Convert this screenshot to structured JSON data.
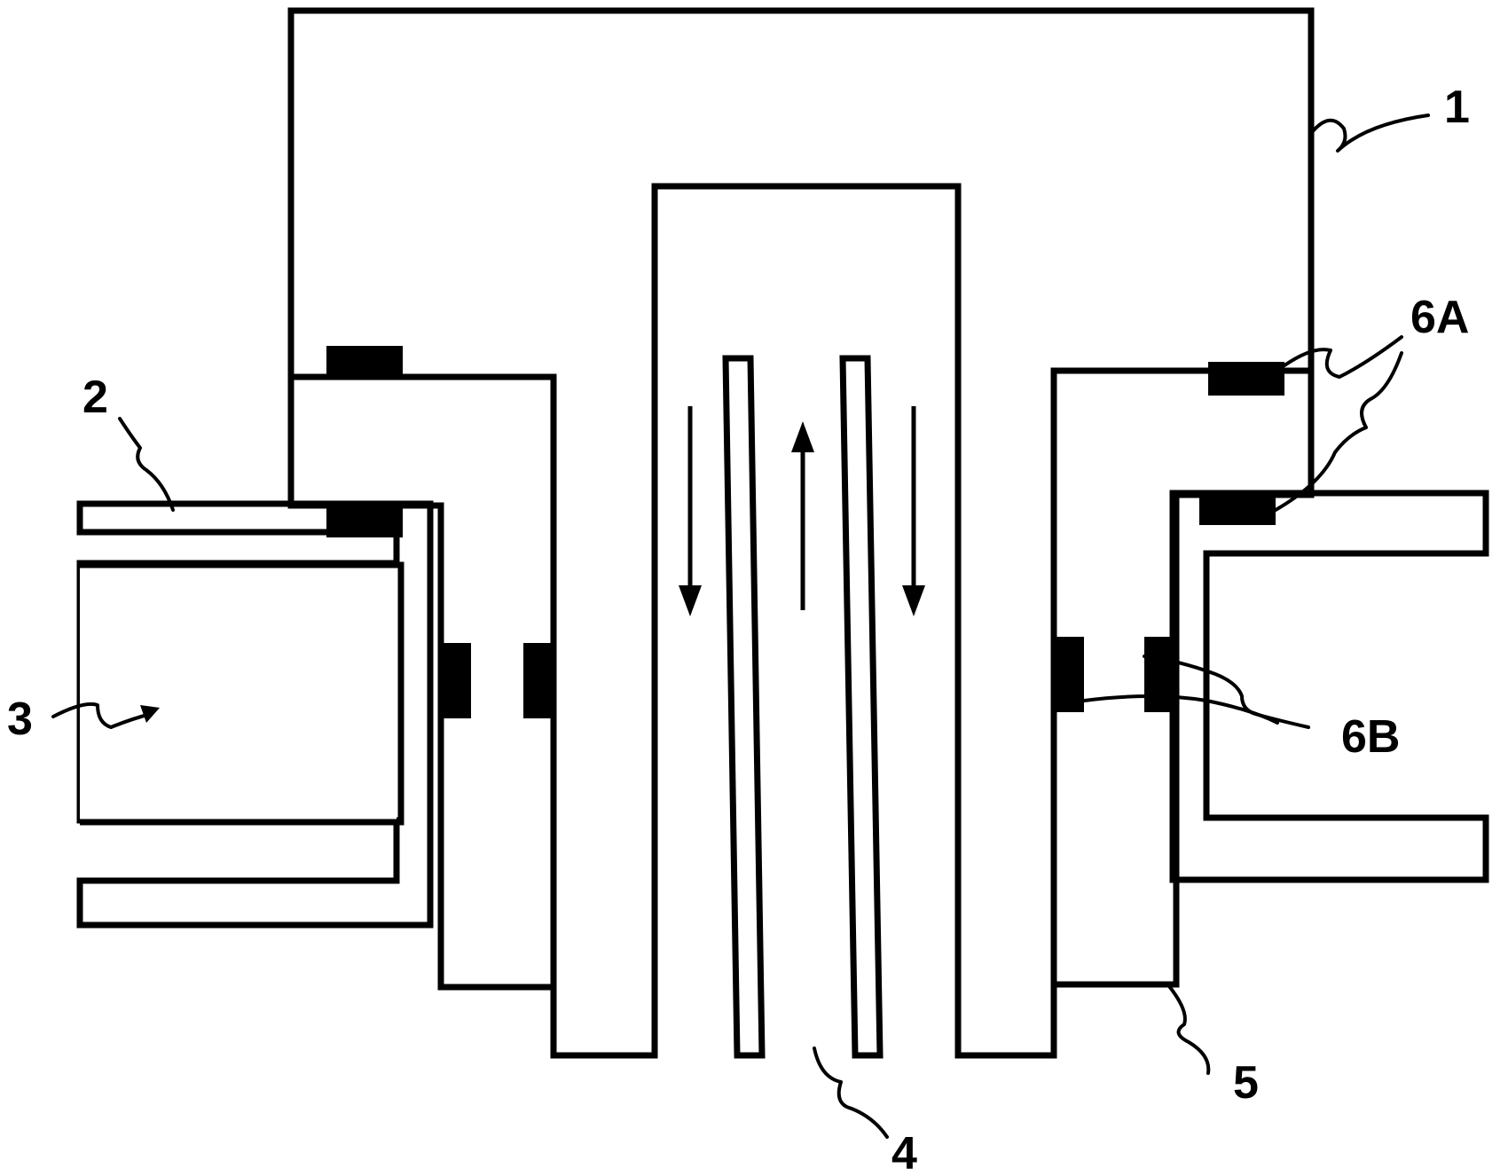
{
  "colors": {
    "ink": "#000000",
    "background": "#ffffff"
  },
  "labels": {
    "part_1": "1",
    "part_2": "2",
    "part_3": "3",
    "part_4": "4",
    "part_5": "5",
    "part_6a": "6A",
    "part_6b": "6B"
  },
  "flow_arrows": [
    "down",
    "up",
    "down"
  ]
}
